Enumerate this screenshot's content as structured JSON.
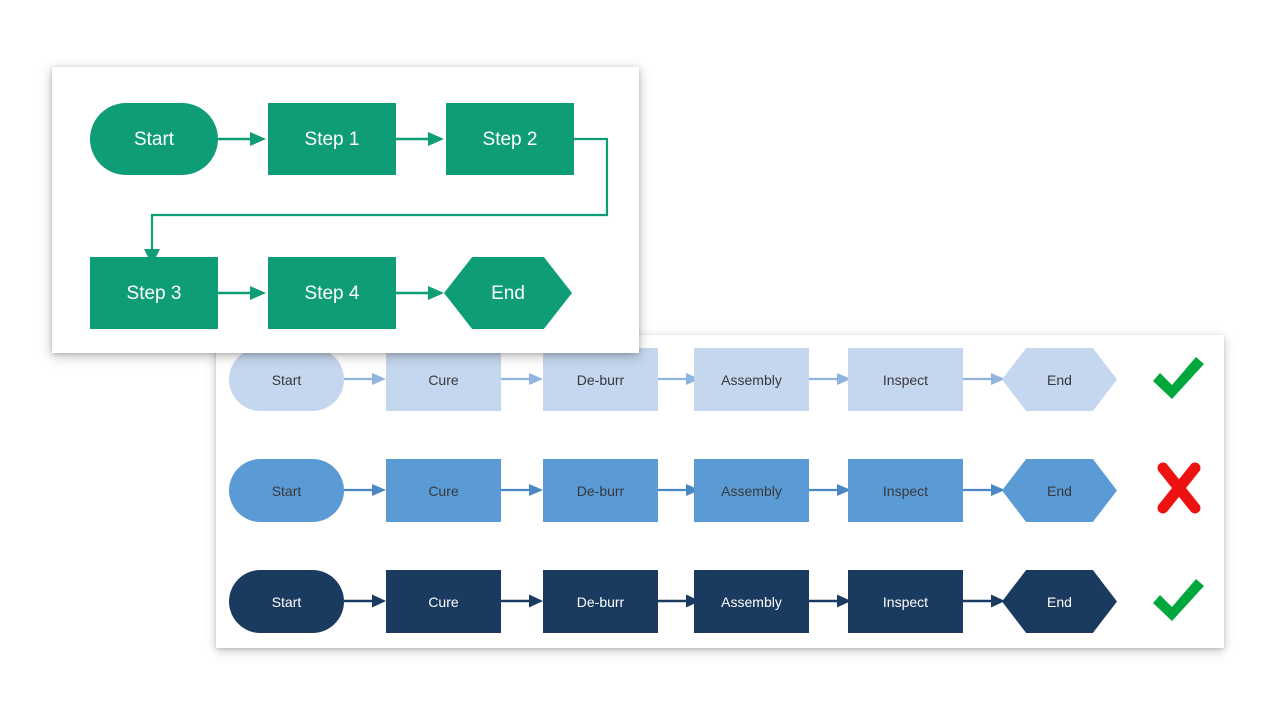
{
  "colors": {
    "green": "#0f9d77",
    "light_blue": "#c5d7ee",
    "mid_blue": "#5b9bd5",
    "dark_navy": "#1b3a5f",
    "arrow_light": "#8fb4dd",
    "arrow_mid": "#4a87c4",
    "arrow_dark": "#1b3a5f",
    "check_green": "#00a83c",
    "cross_red": "#ee1111",
    "panel_background": "#ffffff",
    "page_background": "#ffffff",
    "text_dark": "#38383c",
    "text_light": "#ffffff"
  },
  "top_panel": {
    "name": "green-flowchart",
    "row1": [
      {
        "id": "start",
        "label": "Start",
        "shape": "terminator"
      },
      {
        "id": "step1",
        "label": "Step 1",
        "shape": "process"
      },
      {
        "id": "step2",
        "label": "Step 2",
        "shape": "process"
      }
    ],
    "row2": [
      {
        "id": "step3",
        "label": "Step 3",
        "shape": "process"
      },
      {
        "id": "step4",
        "label": "Step 4",
        "shape": "process"
      },
      {
        "id": "end",
        "label": "End",
        "shape": "hexagon"
      }
    ],
    "connectors": [
      {
        "from": "start",
        "to": "step1",
        "type": "straight-arrow"
      },
      {
        "from": "step1",
        "to": "step2",
        "type": "straight-arrow"
      },
      {
        "from": "step2",
        "to": "step3",
        "type": "elbow-arrow"
      },
      {
        "from": "step3",
        "to": "step4",
        "type": "straight-arrow"
      },
      {
        "from": "step4",
        "to": "end",
        "type": "straight-arrow"
      }
    ]
  },
  "bottom_panel": {
    "name": "process-variant-rows",
    "step_labels": [
      "Start",
      "Cure",
      "De-burr",
      "Assembly",
      "Inspect",
      "End"
    ],
    "step_shapes": [
      "terminator",
      "process",
      "process",
      "process",
      "process",
      "hexagon"
    ],
    "rows": [
      {
        "id": "row-light",
        "theme": "light",
        "fill": "#c5d7ee",
        "arrow": "#8fb4dd",
        "text": "#38383c",
        "status": "check",
        "status_label": "approved",
        "steps": [
          "Start",
          "Cure",
          "De-burr",
          "Assembly",
          "Inspect",
          "End"
        ]
      },
      {
        "id": "row-mid",
        "theme": "mid",
        "fill": "#5b9bd5",
        "arrow": "#4a87c4",
        "text": "#38383c",
        "status": "cross",
        "status_label": "rejected",
        "steps": [
          "Start",
          "Cure",
          "De-burr",
          "Assembly",
          "Inspect",
          "End"
        ]
      },
      {
        "id": "row-dark",
        "theme": "dark",
        "fill": "#1b3a5f",
        "arrow": "#1b3a5f",
        "text": "#ffffff",
        "status": "check",
        "status_label": "approved",
        "steps": [
          "Start",
          "Cure",
          "De-burr",
          "Assembly",
          "Inspect",
          "End"
        ]
      }
    ]
  }
}
